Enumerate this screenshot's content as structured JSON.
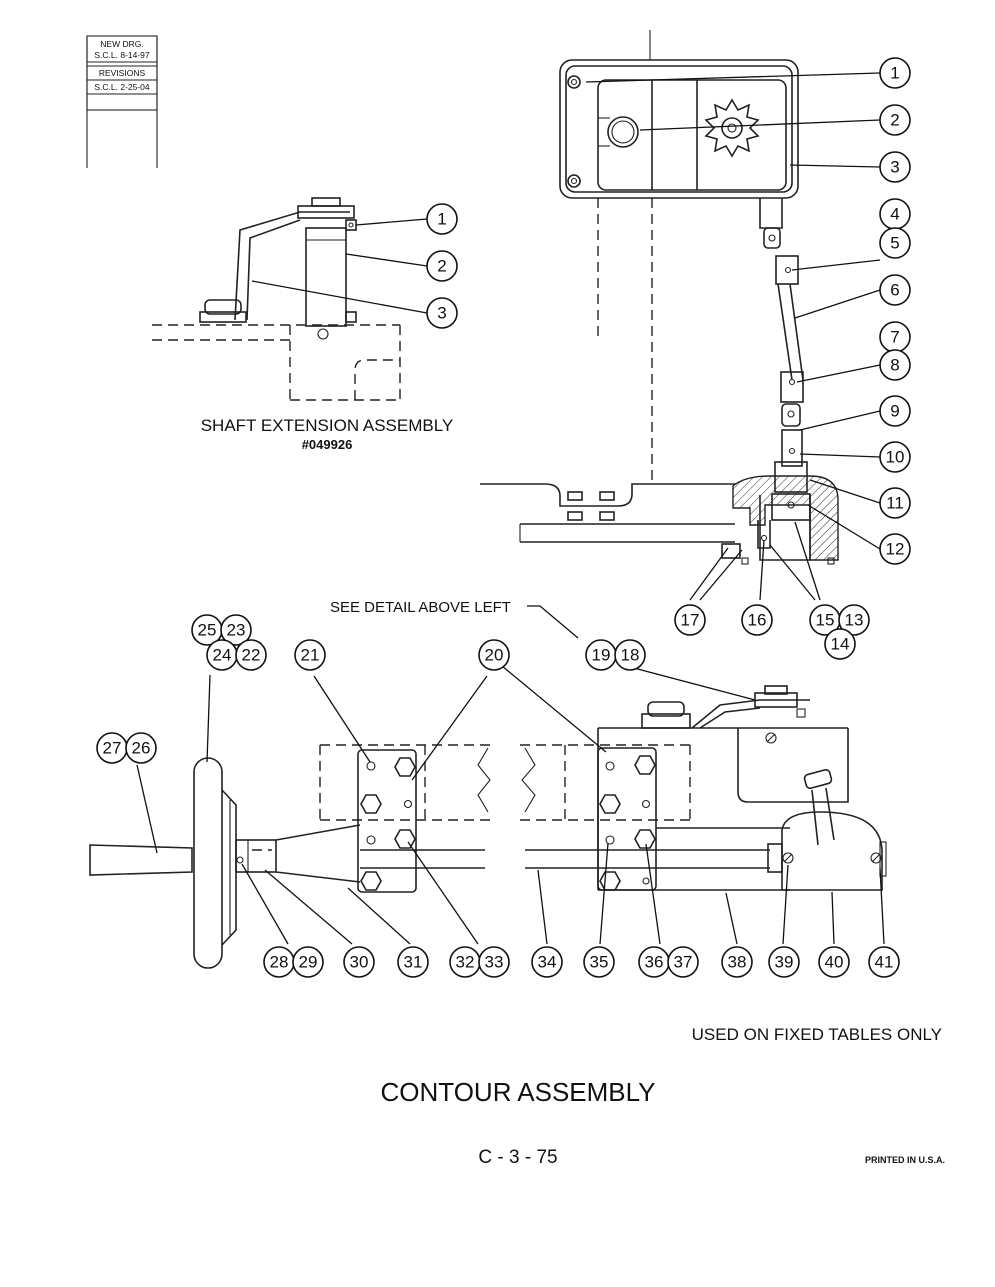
{
  "revision_block": {
    "rows": [
      "NEW DRG.",
      "S.C.L. 8-14-97",
      "REVISIONS",
      "S.C.L. 2-25-04"
    ]
  },
  "detail": {
    "title": "SHAFT EXTENSION ASSEMBLY",
    "part_no": "#049926",
    "callouts": [
      "1",
      "2",
      "3"
    ]
  },
  "upper_assembly": {
    "callouts": [
      "1",
      "2",
      "3",
      "4",
      "5",
      "6",
      "7",
      "8",
      "9",
      "10",
      "11",
      "12",
      "17",
      "16",
      "15",
      "13",
      "14"
    ]
  },
  "main_assembly": {
    "see_detail_label": "SEE DETAIL ABOVE LEFT",
    "callouts": [
      "25",
      "23",
      "24",
      "22",
      "21",
      "20",
      "19",
      "18",
      "27",
      "26",
      "28",
      "29",
      "30",
      "31",
      "32",
      "33",
      "34",
      "35",
      "36",
      "37",
      "38",
      "39",
      "40",
      "41"
    ]
  },
  "notes": {
    "usage": "USED ON FIXED TABLES ONLY"
  },
  "footer": {
    "title": "CONTOUR ASSEMBLY",
    "page": "C - 3 - 75",
    "printed": "PRINTED IN U.S.A."
  }
}
